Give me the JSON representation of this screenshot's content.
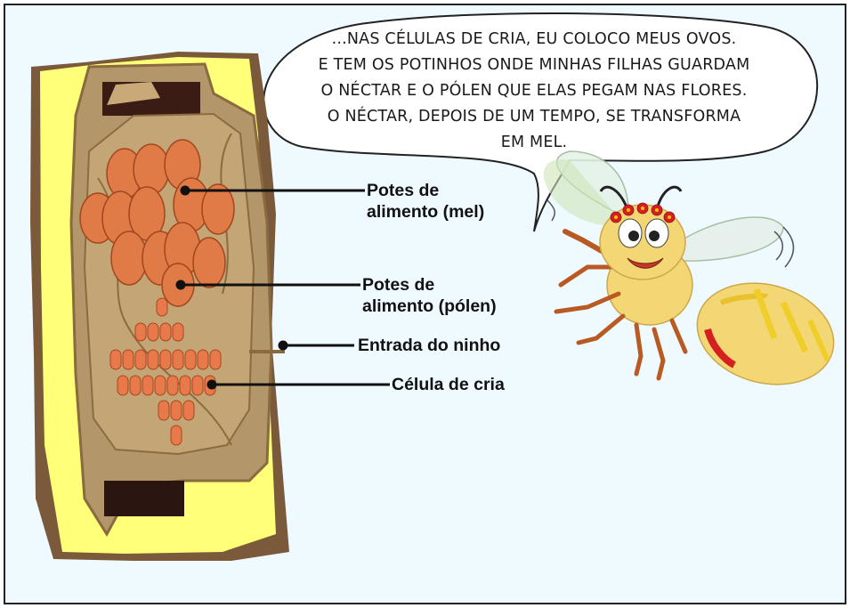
{
  "speech_bubble": {
    "lines": [
      "...NAS CÉLULAS DE CRIA, EU COLOCO MEUS OVOS.",
      "E TEM OS POTINHOS ONDE MINHAS FILHAS GUARDAM",
      "O NÉCTAR E O PÓLEN QUE ELAS PEGAM NAS FLORES.",
      "O NÉCTAR, DEPOIS DE UM TEMPO, SE TRANSFORMA",
      "EM MEL."
    ]
  },
  "labels": {
    "honey_pots": [
      "Potes de",
      "alimento (mel)"
    ],
    "pollen_pots": [
      "Potes de",
      "alimento (pólen)"
    ],
    "nest_entrance": "Entrada do ninho",
    "brood_cell": "Célula de cria"
  },
  "colors": {
    "background": "#eefaff",
    "tree_trunk": "#ffff78",
    "nest_cavity": "#b3976b",
    "pots": "#e07a46",
    "brood_cells": "#e8794a",
    "bee_body": "#f2d774"
  }
}
